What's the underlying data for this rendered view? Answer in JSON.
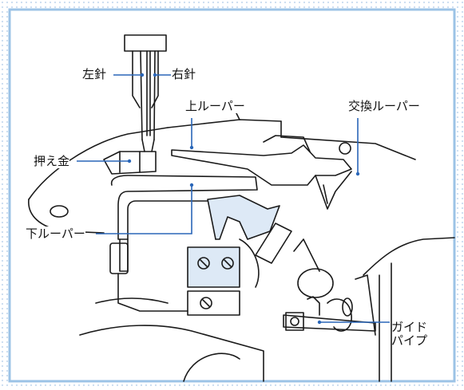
{
  "labels": {
    "left_needle": "左針",
    "right_needle": "右針",
    "upper_looper": "上ルーパー",
    "exchange_looper": "交換ルーパー",
    "presser_foot": "押え金",
    "lower_looper": "下ルーパー",
    "guide_pipe_line1": "ガイド",
    "guide_pipe_line2": "パイプ"
  },
  "colors": {
    "frame_border": "#9cc3e6",
    "dotted_bg": "#d9e8f6",
    "leader_line": "#2a66b8",
    "highlight_fill": "#dde9f6",
    "line_art": "#1a1a1a"
  }
}
